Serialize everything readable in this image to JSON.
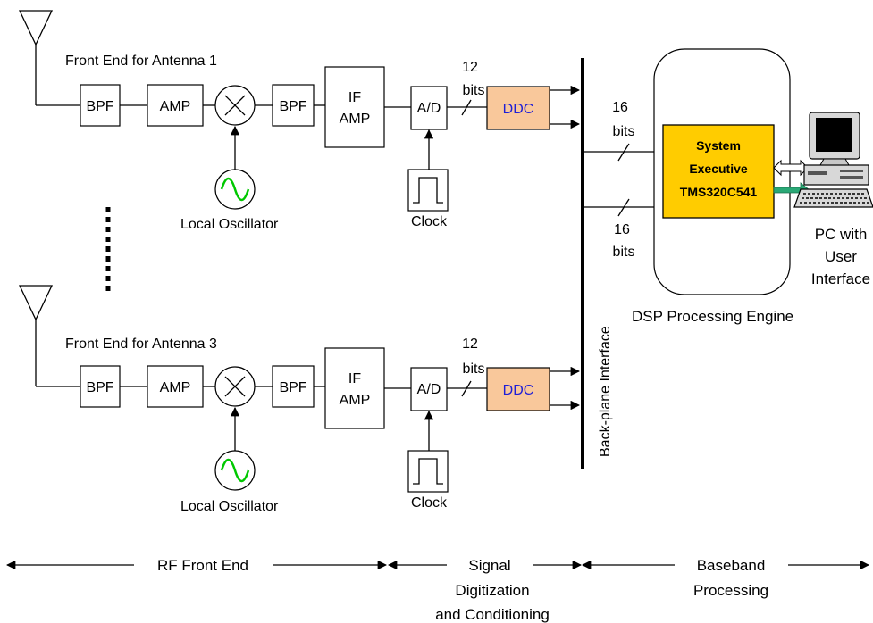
{
  "chains": [
    {
      "title": "Front End for Antenna 1",
      "bpf1": "BPF",
      "amp": "AMP",
      "bpf2": "BPF",
      "if_amp_line1": "IF",
      "if_amp_line2": "AMP",
      "adc": "A/D",
      "ddc": "DDC",
      "bits_value": "12",
      "bits_unit": "bits",
      "oscillator": "Local Oscillator",
      "clock": "Clock"
    },
    {
      "title": "Front End for Antenna 3",
      "bpf1": "BPF",
      "amp": "AMP",
      "bpf2": "BPF",
      "if_amp_line1": "IF",
      "if_amp_line2": "AMP",
      "adc": "A/D",
      "ddc": "DDC",
      "bits_value": "12",
      "bits_unit": "bits",
      "oscillator": "Local Oscillator",
      "clock": "Clock"
    }
  ],
  "backplane": {
    "label": "Back-plane Interface"
  },
  "buses": [
    {
      "value": "16",
      "unit": "bits"
    },
    {
      "value": "16",
      "unit": "bits"
    }
  ],
  "dsp": {
    "line1": "System",
    "line2": "Executive",
    "line3": "TMS320C541",
    "engine_label": "DSP Processing Engine",
    "colors": {
      "executive_fill": "#ffcc00",
      "ddc_fill": "#f9c89b",
      "ddc_text": "#1f1fd6",
      "data_arrow": "#2aa876"
    }
  },
  "pc": {
    "line1": "PC with",
    "line2": "User",
    "line3": "Interface"
  },
  "sections": [
    {
      "line1": "RF Front End"
    },
    {
      "line1": "Signal",
      "line2": "Digitization",
      "line3": "and Conditioning"
    },
    {
      "line1": "Baseband",
      "line2": "Processing"
    }
  ],
  "icons": [
    "antenna-icon",
    "mixer-icon",
    "oscillator-icon",
    "clock-icon",
    "computer-icon"
  ]
}
